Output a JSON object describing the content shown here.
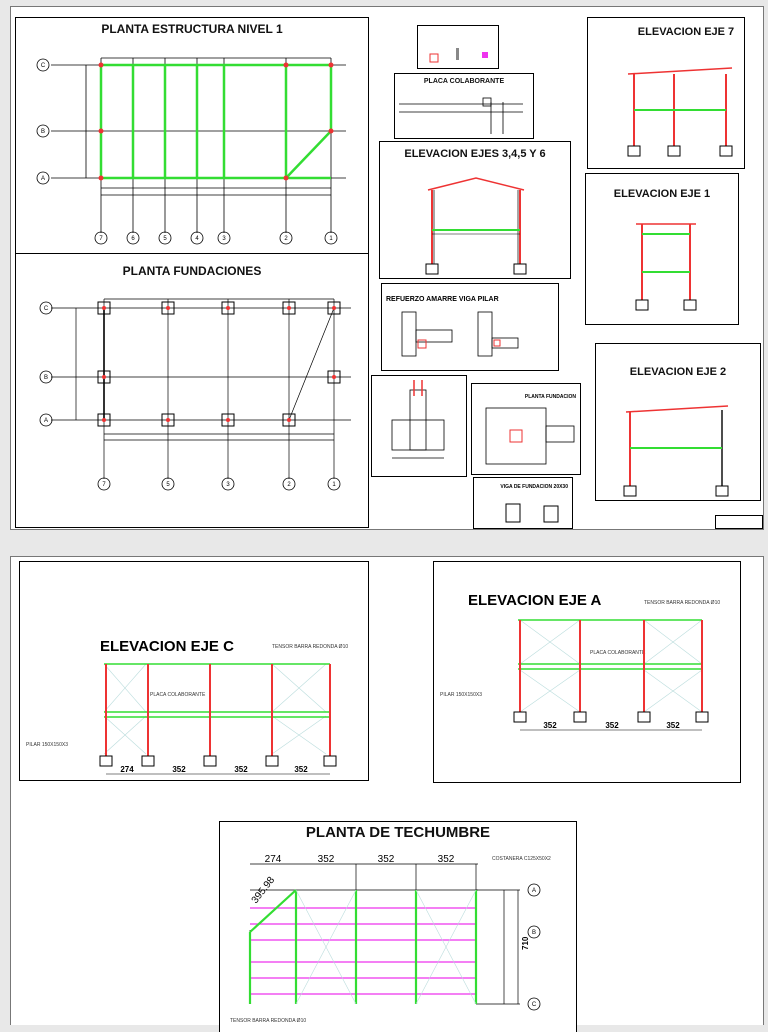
{
  "sheet1": {
    "titles": {
      "planta_estructura": "PLANTA ESTRUCTURA NIVEL 1",
      "planta_fundaciones": "PLANTA FUNDACIONES",
      "placa_colaborante": "PLACA COLABORANTE",
      "elev_ejes": "ELEVACION EJES 3,4,5 Y 6",
      "refuerzo": "REFUERZO AMARRE VIGA PILAR",
      "elev_eje7": "ELEVACION EJE 7",
      "elev_eje1": "ELEVACION EJE 1",
      "elev_eje2": "ELEVACION EJE 2",
      "planta_fundacion": "PLANTA FUNDACION",
      "viga_fundacion": "VIGA DE FUNDACION 20X30"
    },
    "grid_axes_rows": [
      "C",
      "B",
      "A"
    ],
    "grid_axes_cols": [
      "7",
      "6",
      "5",
      "4",
      "3",
      "2",
      "1"
    ]
  },
  "sheet2": {
    "titles": {
      "elev_eje_c": "ELEVACION EJE C",
      "elev_eje_a": "ELEVACION EJE A",
      "planta_techumbre": "PLANTA DE TECHUMBRE"
    },
    "labels": {
      "tensor": "TENSOR BARRA REDONDA Ø10",
      "pilar": "PILAR 150X150X3",
      "costanera": "COSTANERA C125X50X2",
      "placa": "PLACA COLABORANTE"
    },
    "dims_c": [
      "274",
      "352",
      "352",
      "352"
    ],
    "dims_a": [
      "352",
      "352",
      "352"
    ],
    "dims_techo": [
      "274",
      "352",
      "352",
      "352"
    ],
    "diag_dim": "395.98",
    "side_dim": "710",
    "axes_techo": [
      "A",
      "B",
      "C"
    ]
  }
}
